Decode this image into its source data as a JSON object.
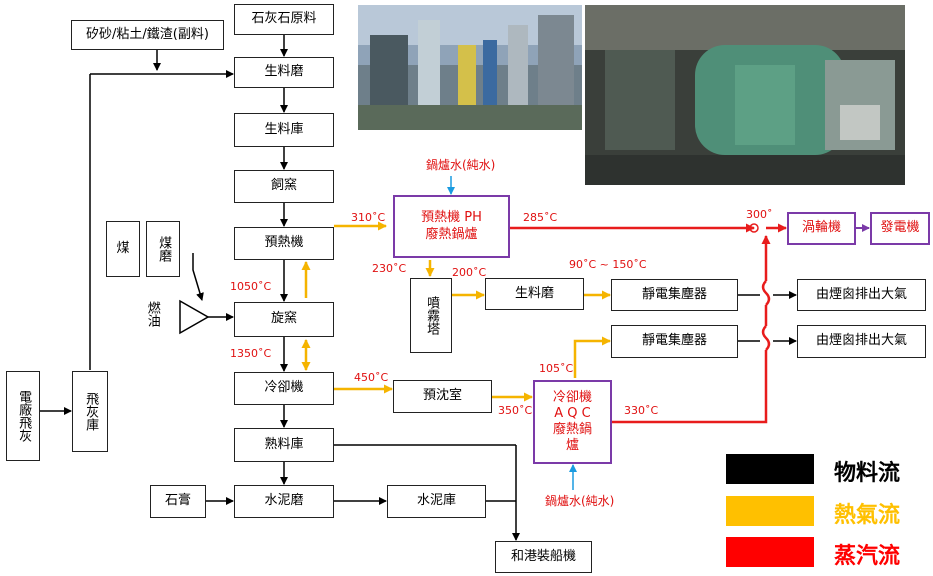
{
  "nodes": {
    "sand_clay_slag": "矽砂/粘土/鐵渣(副料)",
    "limestone": "石灰石原料",
    "raw_mill_top": "生料磨",
    "raw_silo": "生料庫",
    "feed_kiln": "飼窯",
    "preheater": "預熱機",
    "rotary_kiln": "旋窯",
    "cooler": "冷卻機",
    "clinker_silo": "熟料庫",
    "cement_mill": "水泥磨",
    "cement_silo": "水泥庫",
    "port": "和港裝船機",
    "gypsum": "石膏",
    "coal": "煤",
    "coal_mill": "煤磨",
    "fuel_oil": "燃油",
    "power_fly_ash": "電廠飛灰",
    "fly_ash_silo": "飛灰庫",
    "ph_boiler": "預熱機 PH\n廢熱鍋爐",
    "spray_tower": "噴霧塔",
    "raw_mill_mid": "生料磨",
    "esp1": "靜電集塵器",
    "esp2": "靜電集塵器",
    "stack1": "由煙囪排出大氣",
    "stack2": "由煙囪排出大氣",
    "pre_settle": "預沈室",
    "aqc_boiler": "冷卻機\nA Q C\n廢熱鍋\n爐",
    "turbine": "渦輪機",
    "generator": "發電機"
  },
  "water_labels": {
    "ph": "鍋爐水(純水)",
    "aqc": "鍋爐水(純水)"
  },
  "temperatures": {
    "t310": "310˚C",
    "t285": "285˚C",
    "t300": "300˚",
    "t230": "230˚C",
    "t200": "200˚C",
    "t90_150": "90˚C ~ 150˚C",
    "t1050": "1050˚C",
    "t1350": "1350˚C",
    "t450": "450˚C",
    "t105": "105˚C",
    "t350": "350˚C",
    "t330": "330˚C"
  },
  "legend": [
    {
      "label": "物料流",
      "color": "#000000"
    },
    {
      "label": "熱氣流",
      "color": "#ffc000"
    },
    {
      "label": "蒸汽流",
      "color": "#ff0000"
    }
  ],
  "colors": {
    "material_flow": "#000000",
    "hot_gas_flow": "#f5b400",
    "steam_flow": "#e81c1c",
    "water_arrow": "#1a9be0",
    "boiler_border": "#7b3aa8"
  }
}
